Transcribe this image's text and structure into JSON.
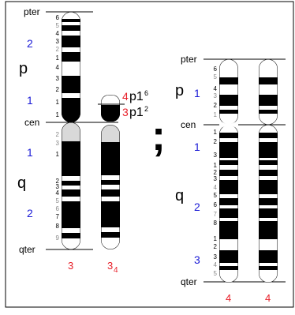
{
  "colors": {
    "red": "#e8202a",
    "blue": "#1a1ad6",
    "gray": "#888888",
    "black": "#000000",
    "cen_fill": "#d9d9d9"
  },
  "left": {
    "end_labels": {
      "pter": "pter",
      "cen": "cen",
      "qter": "qter"
    },
    "arm_letters": {
      "p": "p",
      "q": "q"
    },
    "region_labels": {
      "p2": "2",
      "p1": "1",
      "q1": "1",
      "q2": "2"
    },
    "band_numbers": [
      "6",
      "5",
      "4",
      "3",
      "2",
      "1",
      "4",
      "3",
      "2",
      "1",
      "1",
      "2",
      "3",
      "1",
      "2",
      "3",
      "4",
      "5",
      "6",
      "7",
      "8",
      "9"
    ],
    "caption_normal": "3",
    "caption_der": "3",
    "caption_der_sub": "4"
  },
  "translocation_labels": {
    "top_red": "4",
    "top_black": "p1",
    "top_sup": "6",
    "bottom_red": "3",
    "bottom_black": "p1",
    "bottom_sup": "2"
  },
  "separator": ";",
  "right": {
    "end_labels": {
      "pter": "pter",
      "cen": "cen",
      "qter": "qter"
    },
    "arm_letters": {
      "p": "p",
      "q": "q"
    },
    "region_labels": {
      "p1": "1",
      "q1": "1",
      "q2": "2",
      "q3": "3"
    },
    "band_numbers": [
      "6",
      "5",
      "4",
      "3",
      "2",
      "1",
      "1",
      "2",
      "3",
      "1",
      "2",
      "3",
      "4",
      "5",
      "6",
      "7",
      "8",
      "1",
      "2",
      "3",
      "4",
      "5"
    ],
    "caption_normal": "4",
    "caption_der": "4"
  }
}
